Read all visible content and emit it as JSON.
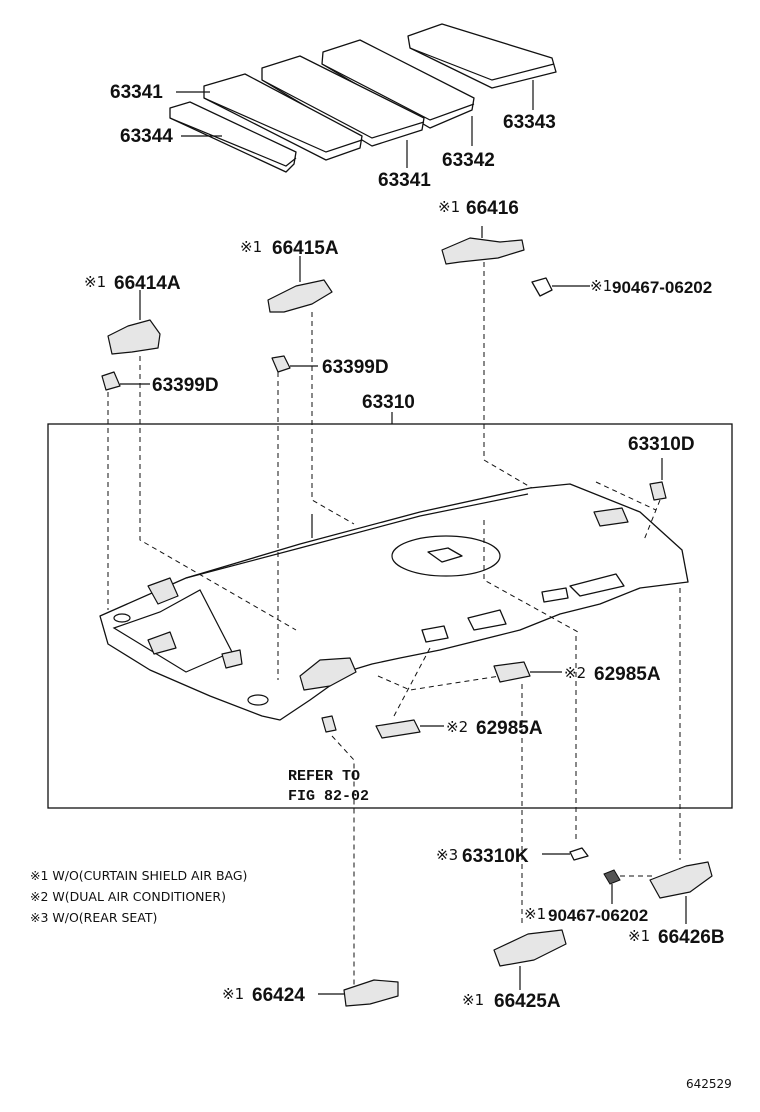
{
  "diagram": {
    "figure_id": "642529",
    "parts": {
      "p63341_a": "63341",
      "p63344": "63344",
      "p63341_b": "63341",
      "p63342": "63342",
      "p63343": "63343",
      "p66416": "66416",
      "p66415A": "66415A",
      "p66414A": "66414A",
      "p90467_top": "90467-06202",
      "p63399D_right": "63399D",
      "p63399D_left": "63399D",
      "p63310": "63310",
      "p63310D": "63310D",
      "p62985A_upper": "62985A",
      "p62985A_lower": "62985A",
      "p63310K": "63310K",
      "p90467_bottom": "90467-06202",
      "p66426B": "66426B",
      "p66424": "66424",
      "p66425A": "66425A"
    },
    "marks": {
      "m66416": "※1",
      "m66415A": "※1",
      "m66414A": "※1",
      "m90467_top": "※1",
      "m62985A_upper": "※2",
      "m62985A_lower": "※2",
      "m63310K": "※3",
      "m90467_bottom": "※1",
      "m66426B": "※1",
      "m66424": "※1",
      "m66425A": "※1"
    },
    "refer_line1": "REFER TO",
    "refer_line2": "FIG 82-02",
    "notes": [
      "※1 W/O(CURTAIN SHIELD AIR BAG)",
      "※2 W(DUAL AIR CONDITIONER)",
      "※3 W/O(REAR SEAT)"
    ]
  }
}
